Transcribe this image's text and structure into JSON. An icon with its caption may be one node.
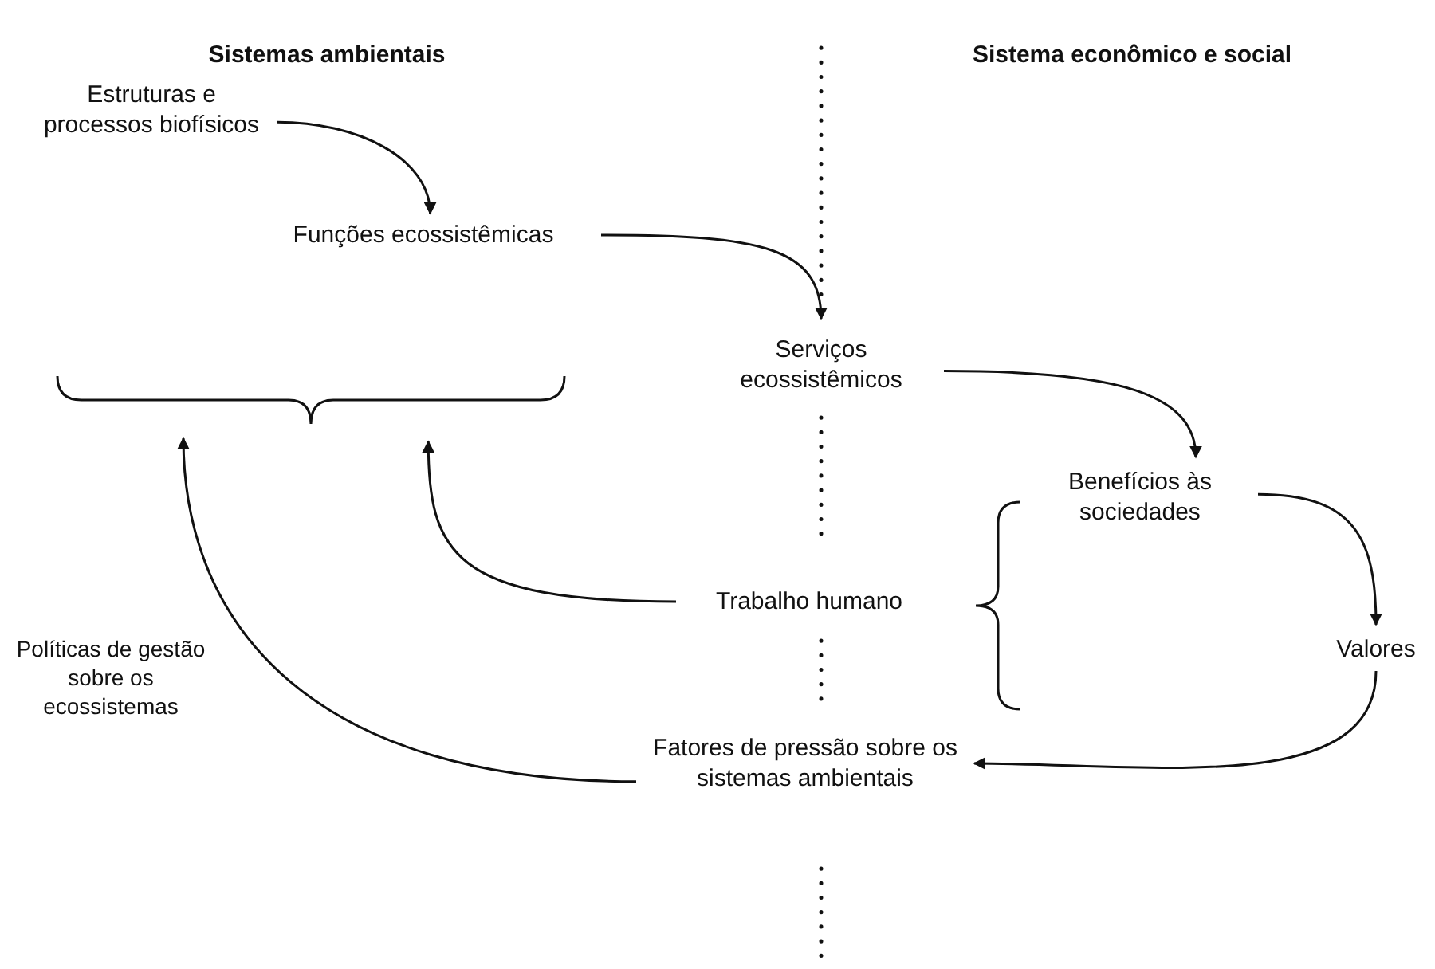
{
  "diagram": {
    "nodes": [
      {
        "text": [
          "Estruturas e processos biofísicos"
        ]
      },
      {
        "text": [
          "Funções ecossistêmicas"
        ]
      },
      {
        "text": [
          "Serviços ecossistêmicos"
        ]
      },
      {
        "text": [
          "Benefícios às sociedades"
        ]
      },
      {
        "text": [
          "Trabalho humano"
        ]
      },
      {
        "text": [
          "Valores"
        ]
      },
      {
        "text": [
          "Fatores de pressão sobre os sistemas ambientais"
        ]
      },
      {
        "text": [],
        "shape": "bracket"
      }
    ],
    "edges": [
      {
        "from": 0,
        "to": 1,
        "arrow": "to"
      },
      {
        "from": 1,
        "to": 2,
        "arrow": "to"
      },
      {
        "from": 2,
        "to": 3,
        "arrow": "to"
      },
      {
        "from": 3,
        "to": 5,
        "arrow": "to"
      },
      {
        "from": 5,
        "to": 6,
        "arrow": "to"
      },
      {
        "from": 6,
        "to": 7,
        "arrow": "to"
      },
      {
        "from": 4,
        "to": 7,
        "arrow": "to"
      }
    ],
    "labels": [
      "Sistemas ambientais",
      "Sistema econômico e social",
      "Políticas de gestão sobre os ecossistemas"
    ]
  }
}
